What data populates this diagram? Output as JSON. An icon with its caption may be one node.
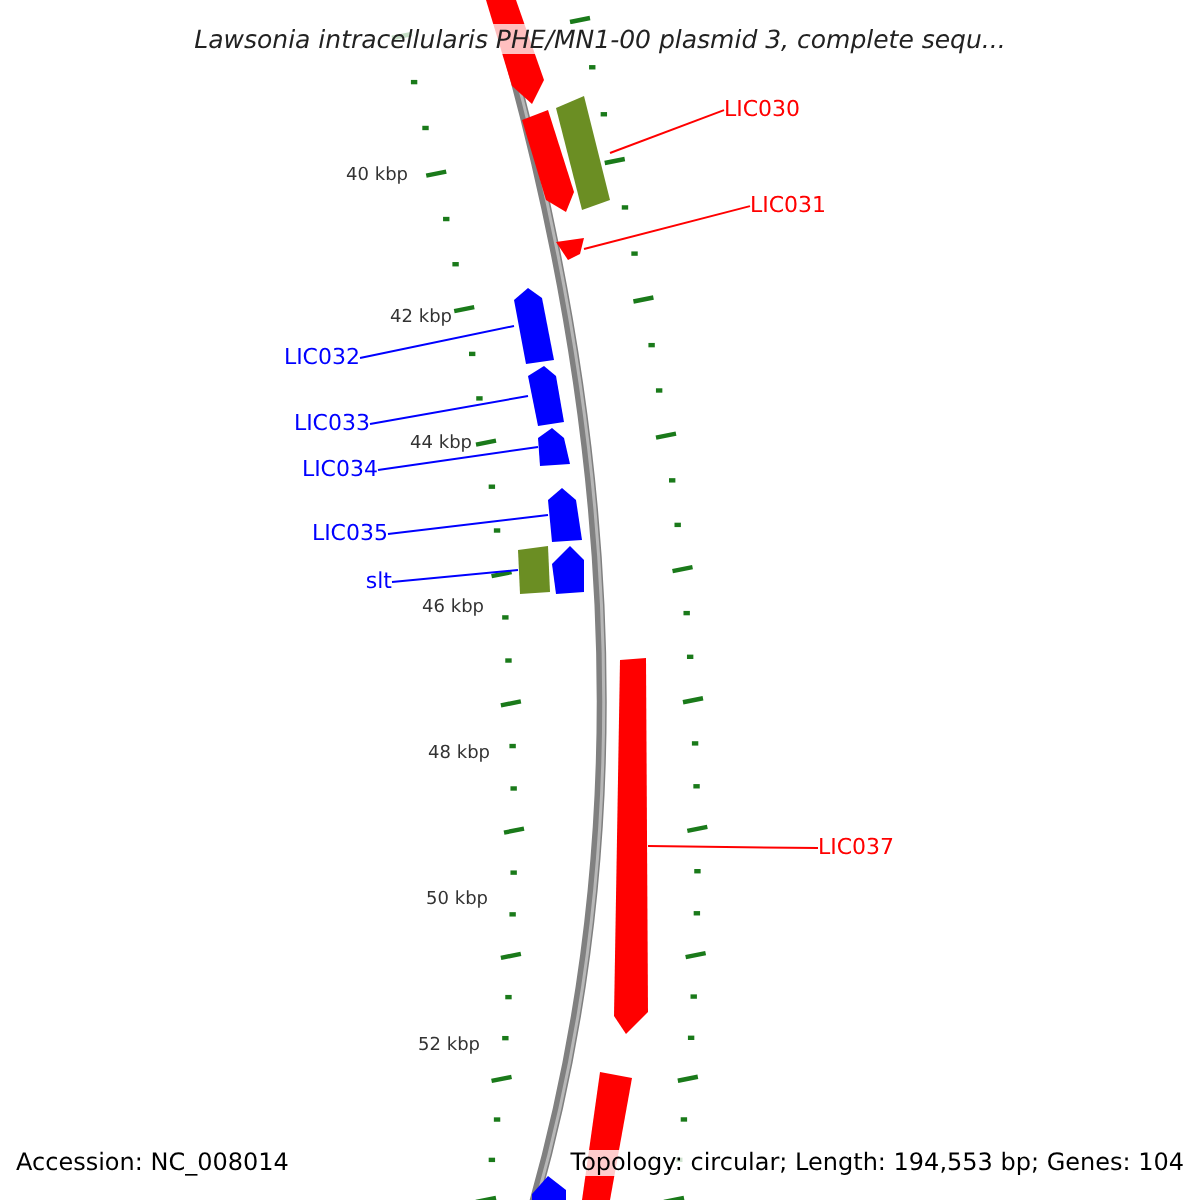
{
  "diagram": {
    "title": "Lawsonia intracellularis PHE/MN1-00 plasmid 3, complete sequ...",
    "nodes": [
      {
        "text": [
          "LIC030"
        ]
      },
      {
        "text": [
          "LIC031"
        ]
      },
      {
        "text": [
          "LIC032"
        ]
      },
      {
        "text": [
          "LIC033"
        ]
      },
      {
        "text": [
          "LIC034"
        ]
      },
      {
        "text": [
          "LIC035"
        ]
      },
      {
        "text": [
          "slt"
        ]
      },
      {
        "text": [
          "LIC037"
        ]
      },
      {
        "text": [],
        "shape": "bar"
      },
      {
        "text": [],
        "shape": "bar"
      },
      {
        "text": [],
        "shape": "bar"
      },
      {
        "text": [],
        "shape": "bar"
      },
      {
        "text": [],
        "shape": "bar"
      },
      {
        "text": [],
        "shape": "bar"
      },
      {
        "text": [],
        "shape": "bar"
      },
      {
        "text": [],
        "shape": "bar"
      },
      {
        "text": [],
        "shape": "bar"
      },
      {
        "text": [],
        "shape": "bar"
      },
      {
        "text": [],
        "shape": "bar"
      },
      {
        "text": [],
        "shape": "bar"
      },
      {
        "text": [],
        "shape": "bar"
      }
    ],
    "edges": [
      {
        "from": 0,
        "to": 10,
        "arrow": "none",
        "color": "#ff0000"
      },
      {
        "from": 1,
        "to": 11,
        "arrow": "none",
        "color": "#ff0000"
      },
      {
        "from": 2,
        "to": 12,
        "arrow": "none"
      },
      {
        "from": 3,
        "to": 13,
        "arrow": "none"
      },
      {
        "from": 4,
        "to": 14,
        "arrow": "none"
      },
      {
        "from": 5,
        "to": 15,
        "arrow": "none"
      },
      {
        "from": 6,
        "to": 16,
        "arrow": "none"
      },
      {
        "from": 7,
        "to": 18,
        "arrow": "none",
        "color": "#ff0000"
      }
    ],
    "labels": [
      "40 kbp",
      "42 kbp",
      "44 kbp",
      "46 kbp",
      "48 kbp",
      "50 kbp",
      "52 kbp",
      "Accession: NC_008014",
      "Topology: circular; Length: 194,553 bp; Genes: 104"
    ]
  }
}
